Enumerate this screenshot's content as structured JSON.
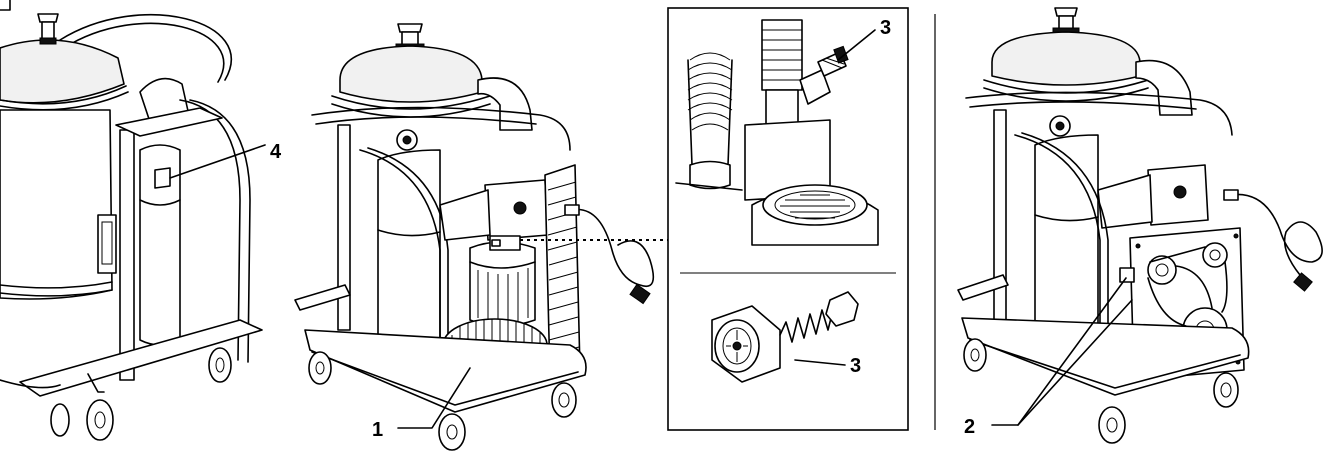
{
  "callouts": {
    "motor": "1",
    "belt_pulleys": "2",
    "valve_screw": "3",
    "valve_screw_detail": "3",
    "filter_lever": "4"
  }
}
